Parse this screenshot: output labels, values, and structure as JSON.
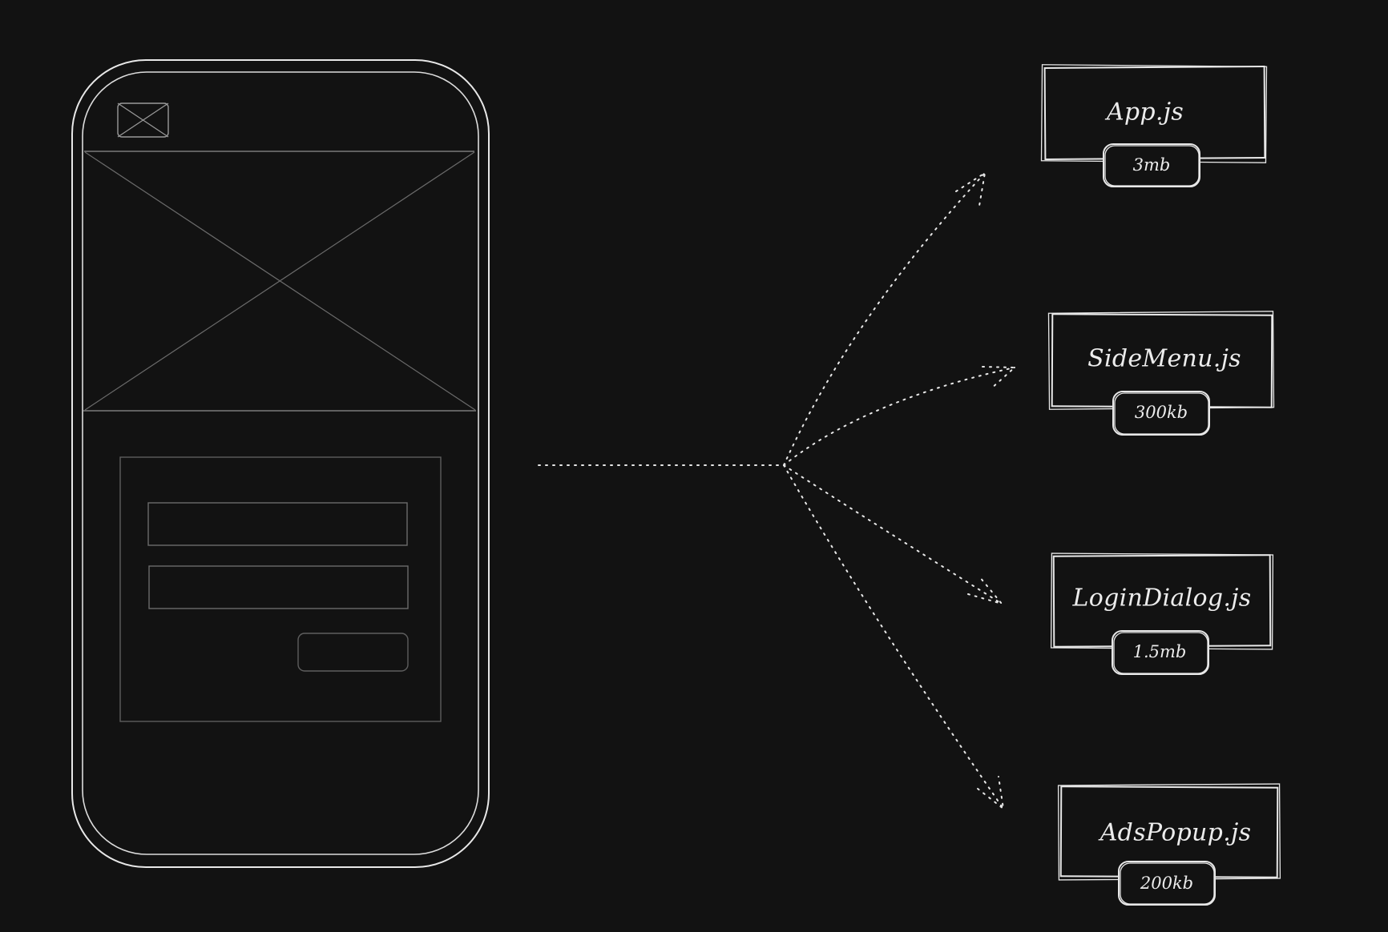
{
  "colors": {
    "background": "#121212",
    "stroke": "#e8e8e8",
    "wireframe": "#6b6b6b"
  },
  "phone": {
    "icon": "image-placeholder-icon"
  },
  "chunks": [
    {
      "file": "App.js",
      "size": "3mb"
    },
    {
      "file": "SideMenu.js",
      "size": "300kb"
    },
    {
      "file": "LoginDialog.js",
      "size": "1.5mb"
    },
    {
      "file": "AdsPopup.js",
      "size": "200kb"
    }
  ]
}
